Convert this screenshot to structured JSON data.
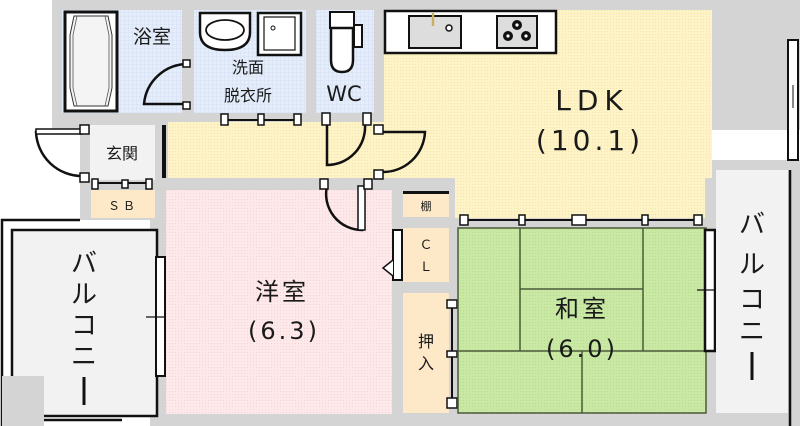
{
  "floor_plan": {
    "type": "apartment-floor-plan",
    "layout_type": "2LDK",
    "colors": {
      "wall": "#d4d4d4",
      "wet_area": "#dfe9f7",
      "ldk": "#fdf3c7",
      "western_room": "#fde6e8",
      "japanese_room": "#c6e6a0",
      "storage": "#fde9c8",
      "balcony": "#f2f2f2",
      "entrance": "#f2f2f2"
    },
    "rooms": {
      "bath": {
        "label": "浴室"
      },
      "washroom": {
        "label_line1": "洗面",
        "label_line2": "脱衣所"
      },
      "wc": {
        "label": "WC"
      },
      "ldk": {
        "label": "LDK",
        "size": "(10.1)"
      },
      "entrance": {
        "label": "玄関"
      },
      "shoe_box": {
        "label": "ＳＢ"
      },
      "western_room": {
        "label": "洋室",
        "size": "(6.3)"
      },
      "shelf": {
        "label": "棚"
      },
      "closet": {
        "label_line1": "Ｃ",
        "label_line2": "Ｌ"
      },
      "oshiire": {
        "label_line1": "押",
        "label_line2": "入"
      },
      "japanese_room": {
        "label": "和室",
        "size": "(6.0)"
      },
      "balcony_left": {
        "chars": [
          "バ",
          "ル",
          "コ",
          "ニ",
          "ー"
        ]
      },
      "balcony_right": {
        "chars": [
          "バ",
          "ル",
          "コ",
          "ニ",
          "ー"
        ]
      }
    },
    "fixtures": [
      "bathtub",
      "wash-basin",
      "washing-machine-pan",
      "toilet",
      "kitchen-sink",
      "gas-stove"
    ]
  }
}
